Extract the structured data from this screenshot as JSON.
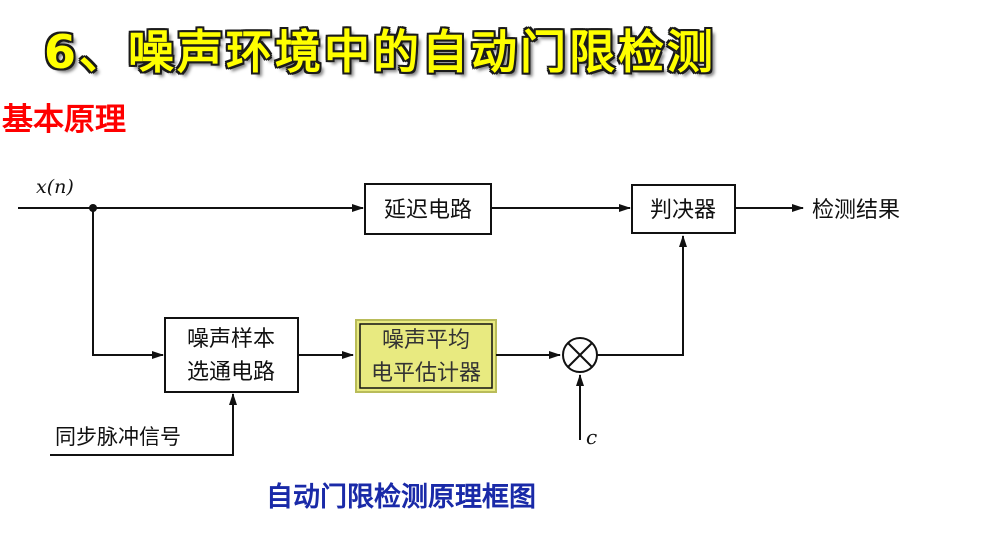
{
  "slide": {
    "title": "6、噪声环境中的自动门限检测",
    "subtitle": "基本原理",
    "caption": "自动门限检测原理框图"
  },
  "diagram": {
    "input_label": "x(n)",
    "delay_box": "延迟电路",
    "decision_box": "判决器",
    "output_label": "检测结果",
    "noise_gate_box": {
      "line1": "噪声样本",
      "line2": "选通电路"
    },
    "noise_level_box": {
      "line1": "噪声平均",
      "line2": "电平估计器"
    },
    "sync_label": "同步脉冲信号",
    "constant_label": "c",
    "multiplier_symbol": "×"
  },
  "colors": {
    "title_fill": "#ffff00",
    "subtitle": "#ff0000",
    "caption": "#1a2aa8",
    "highlight_box": "#e8ea80",
    "highlight_border": "#b9bc5a"
  }
}
